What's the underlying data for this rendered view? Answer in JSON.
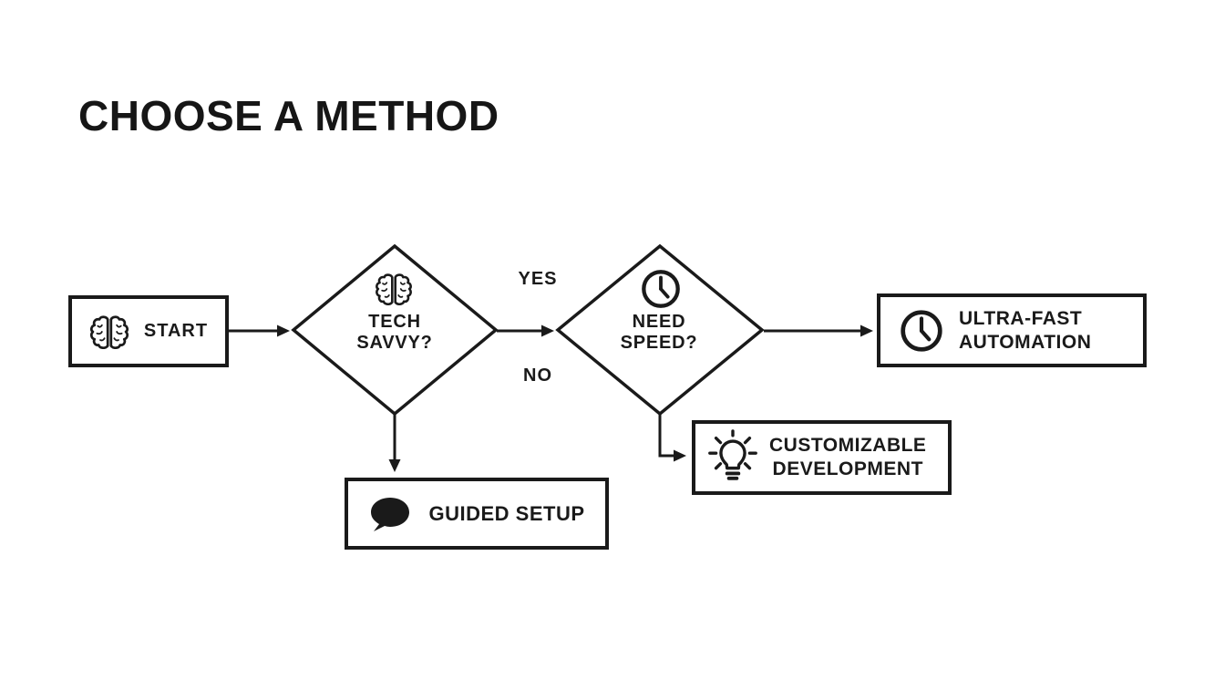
{
  "page": {
    "title": "CHOOSE A METHOD"
  },
  "colors": {
    "ink": "#1a1a1a",
    "background": "#ffffff"
  },
  "flowchart": {
    "nodes": {
      "start": {
        "label": "START",
        "icon": "brain-icon",
        "shape": "rectangle"
      },
      "tech_savvy": {
        "lines": [
          "TECH",
          "SAVVY?"
        ],
        "icon": "brain-icon",
        "shape": "diamond"
      },
      "need_speed": {
        "lines": [
          "NEED",
          "SPEED?"
        ],
        "icon": "clock-icon",
        "shape": "diamond"
      },
      "ultra_fast_automation": {
        "lines": [
          "ULTRA-FAST",
          "AUTOMATION"
        ],
        "icon": "clock-icon",
        "shape": "rectangle"
      },
      "customizable_development": {
        "lines": [
          "CUSTOMIZABLE",
          "DEVELOPMENT"
        ],
        "icon": "lightbulb-icon",
        "shape": "rectangle"
      },
      "guided_setup": {
        "label": "GUIDED SETUP",
        "icon": "speech-bubble-icon",
        "shape": "rectangle"
      }
    },
    "edges": [
      {
        "from": "start",
        "to": "tech_savvy",
        "label": ""
      },
      {
        "from": "tech_savvy",
        "to": "need_speed",
        "label": "YES"
      },
      {
        "from": "tech_savvy",
        "to": "guided_setup",
        "label": "NO"
      },
      {
        "from": "need_speed",
        "to": "ultra_fast_automation",
        "label": ""
      },
      {
        "from": "need_speed",
        "to": "customizable_development",
        "label": ""
      }
    ],
    "labels": {
      "yes": "YES",
      "no": "NO"
    }
  }
}
